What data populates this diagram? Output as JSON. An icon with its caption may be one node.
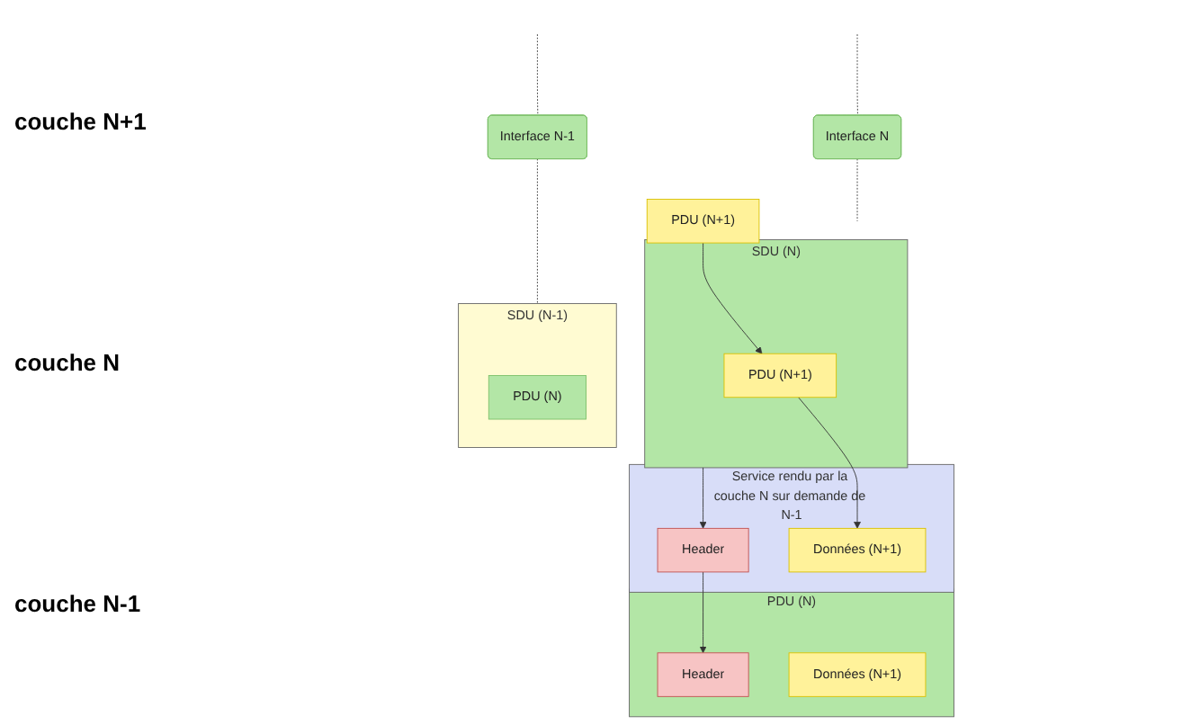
{
  "diagram": {
    "nodes": [
      {
        "text": [
          "PDU (N+1)"
        ]
      },
      {
        "text": [
          "Interface N"
        ]
      },
      {
        "text": [
          "SDU (N)"
        ]
      },
      {
        "text": [
          "PDU (N+1)"
        ],
        "in": 2
      },
      {
        "text": [
          "Service rendu par la couche N sur demande de N-1"
        ]
      },
      {
        "text": [
          "Header"
        ],
        "in": 4
      },
      {
        "text": [
          "Données (N+1)"
        ],
        "in": 4
      },
      {
        "text": [
          "PDU (N)"
        ]
      },
      {
        "text": [
          "Header"
        ],
        "in": 7
      },
      {
        "text": [
          "Données (N+1)"
        ],
        "in": 7
      },
      {
        "text": [
          "Interface N-1"
        ]
      },
      {
        "text": [
          "SDU (N-1)"
        ]
      },
      {
        "text": [
          "PDU (N)"
        ],
        "in": 11
      }
    ],
    "edges": [
      {
        "from": 0,
        "to": 3,
        "arrow": "to"
      },
      {
        "from": 2,
        "to": 5,
        "arrow": "to"
      },
      {
        "from": 3,
        "to": 6,
        "arrow": "to"
      },
      {
        "from": 5,
        "to": 8,
        "arrow": "to"
      },
      {
        "from": null,
        "to": 1,
        "arrow": "none",
        "style": "dashed"
      },
      {
        "from": 1,
        "to": 2,
        "arrow": "none",
        "style": "dashed"
      },
      {
        "from": null,
        "to": 10,
        "arrow": "none",
        "style": "dashed"
      },
      {
        "from": 10,
        "to": 11,
        "arrow": "none",
        "style": "dashed"
      }
    ],
    "labels": [
      "couche N+1",
      "couche N",
      "couche N-1"
    ]
  }
}
